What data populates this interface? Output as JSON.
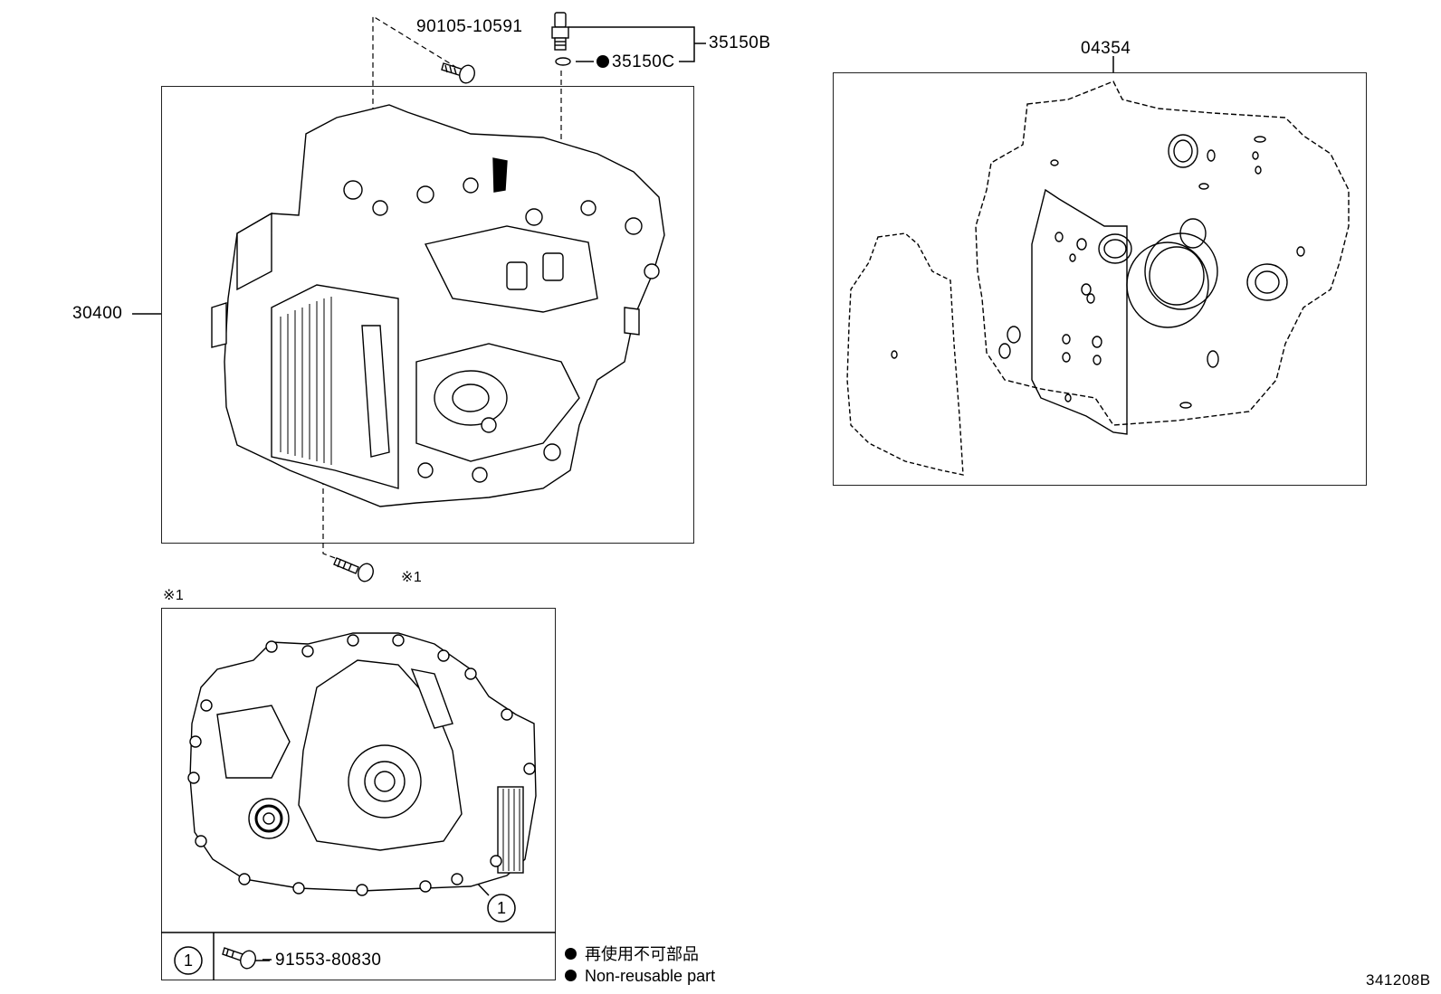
{
  "labels": {
    "bolt_upper": "90105-10591",
    "sensor_assy": "35150B",
    "oring": "35150C",
    "transaxle": "30400",
    "gasket_kit": "04354",
    "note_ref": "※1",
    "note_ref_bolt": "※1",
    "callout_num": "1",
    "table_num": "1",
    "bolt_lower": "91553-80830",
    "diagram_id": "341208B"
  },
  "legend": {
    "jp": "再使用不可部品",
    "en": "Non-reusable part"
  }
}
